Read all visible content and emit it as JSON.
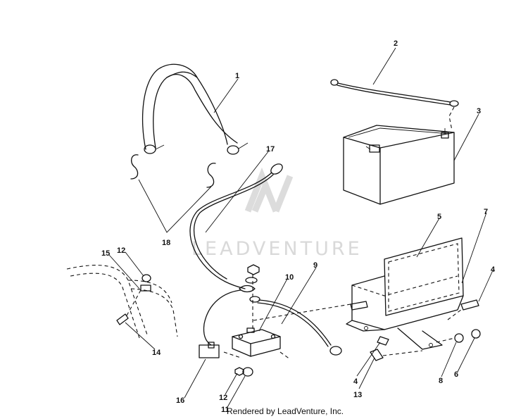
{
  "watermark": "LEADVENTURE",
  "credit": "Rendered by LeadVenture, Inc.",
  "callouts": {
    "c1": "1",
    "c2": "2",
    "c3": "3",
    "c4a": "4",
    "c4b": "4",
    "c5": "5",
    "c6": "6",
    "c7": "7",
    "c8": "8",
    "c9": "9",
    "c10": "10",
    "c11": "11",
    "c12a": "12",
    "c12b": "12",
    "c13": "13",
    "c14": "14",
    "c15": "15",
    "c16": "16",
    "c17": "17",
    "c18": "18"
  }
}
